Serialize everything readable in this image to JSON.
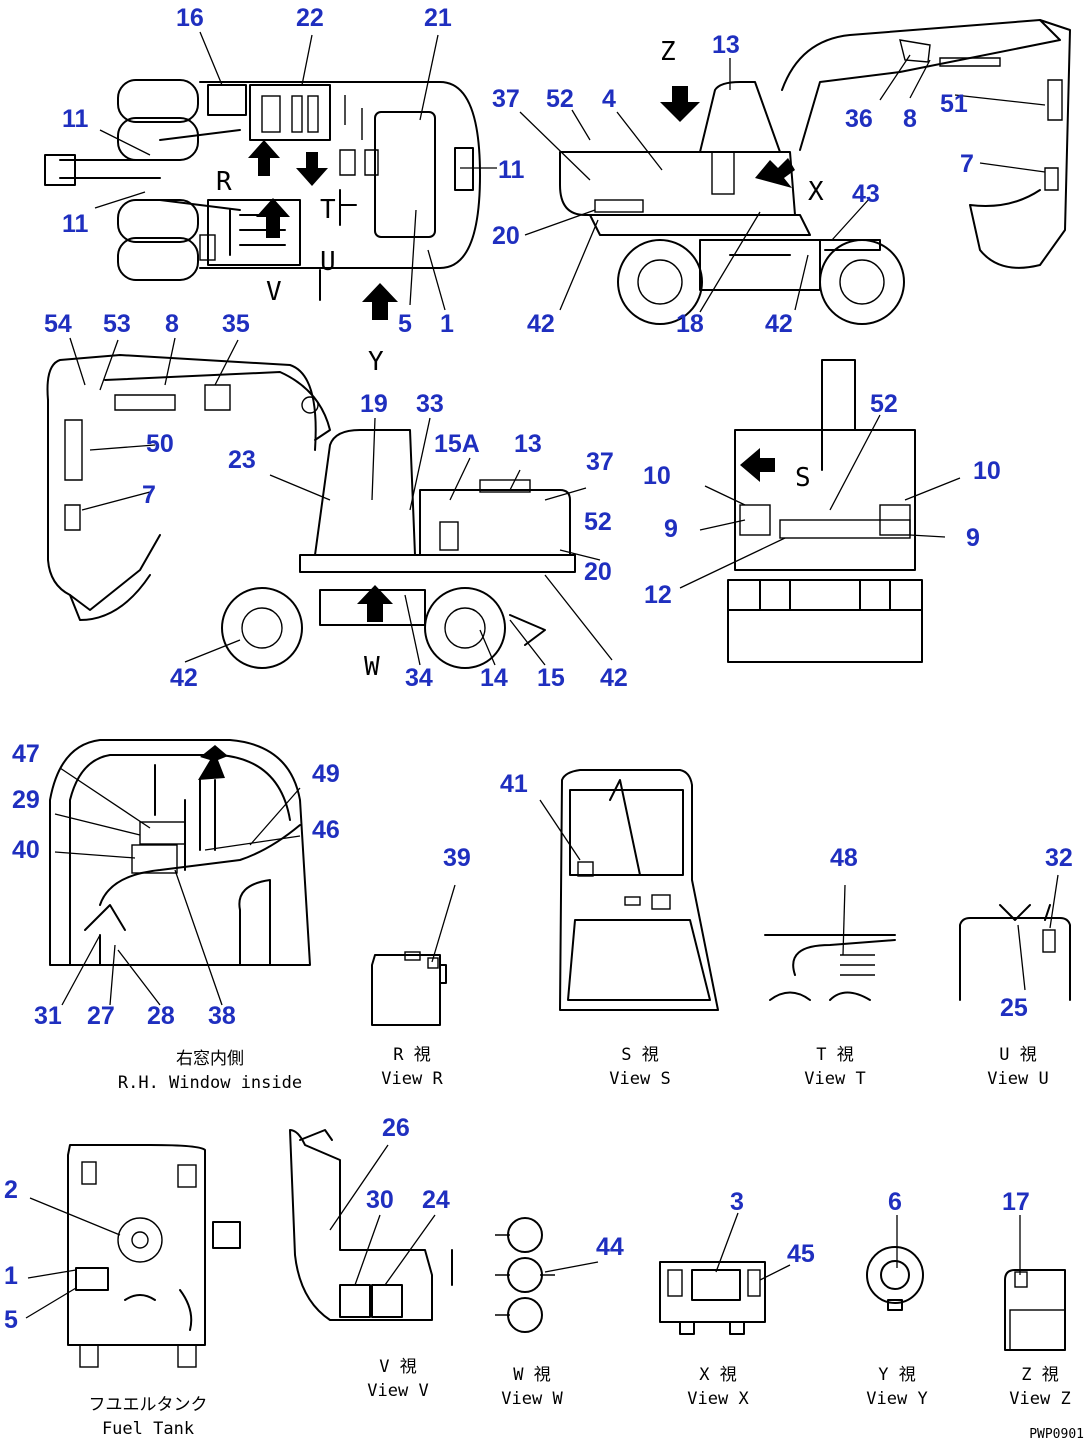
{
  "callouts": {
    "c16": "16",
    "c22": "22",
    "c21": "21",
    "c11a": "11",
    "c11b": "11",
    "c11c": "11",
    "c5a": "5",
    "c1a": "1",
    "c37a": "37",
    "c52a": "52",
    "c4": "4",
    "c13a": "13",
    "c36": "36",
    "c8a": "8",
    "c51": "51",
    "c7a": "7",
    "c20a": "20",
    "c43": "43",
    "c42a": "42",
    "c18": "18",
    "c42b": "42",
    "c54": "54",
    "c53": "53",
    "c8b": "8",
    "c35": "35",
    "c50": "50",
    "c7b": "7",
    "c19": "19",
    "c33": "33",
    "c23": "23",
    "c15A": "15A",
    "c13b": "13",
    "c37b": "37",
    "c52b": "52",
    "c20b": "20",
    "c42c": "42",
    "c34": "34",
    "c14": "14",
    "c15": "15",
    "c42d": "42",
    "c52c": "52",
    "c10a": "10",
    "c10b": "10",
    "c9a": "9",
    "c9b": "9",
    "c12": "12",
    "c47": "47",
    "c29": "29",
    "c40": "40",
    "c49": "49",
    "c46": "46",
    "c31": "31",
    "c27": "27",
    "c28": "28",
    "c38": "38",
    "c39": "39",
    "c41": "41",
    "c48": "48",
    "c32": "32",
    "c25": "25",
    "c2": "2",
    "c1b": "1",
    "c5b": "5",
    "c26": "26",
    "c30": "30",
    "c24": "24",
    "c44": "44",
    "c3": "3",
    "c45": "45",
    "c6": "6",
    "c17": "17"
  },
  "view_letters": {
    "top_R": "R",
    "top_T": "T",
    "top_U": "U",
    "top_V": "V",
    "top_Y": "Y",
    "side_Z": "Z",
    "side_X": "X",
    "main_W": "W",
    "rear_S": "S"
  },
  "captions": {
    "rh_window_jp": "右窓内側",
    "rh_window_en": "R.H. Window inside",
    "view_r_jp": "R 視",
    "view_r_en": "View R",
    "view_s_jp": "S 視",
    "view_s_en": "View S",
    "view_t_jp": "T 視",
    "view_t_en": "View T",
    "view_u_jp": "U 視",
    "view_u_en": "View U",
    "fuel_jp": "フユエルタンク",
    "fuel_en": "Fuel Tank",
    "view_v_jp": "V 視",
    "view_v_en": "View V",
    "view_w_jp": "W 視",
    "view_w_en": "View W",
    "view_x_jp": "X 視",
    "view_x_en": "View X",
    "view_y_jp": "Y 視",
    "view_y_en": "View Y",
    "view_z_jp": "Z 視",
    "view_z_en": "View Z"
  },
  "drawing_code": "PWP0901",
  "colors": {
    "callout": "#1f2fbf",
    "line": "#000000"
  }
}
